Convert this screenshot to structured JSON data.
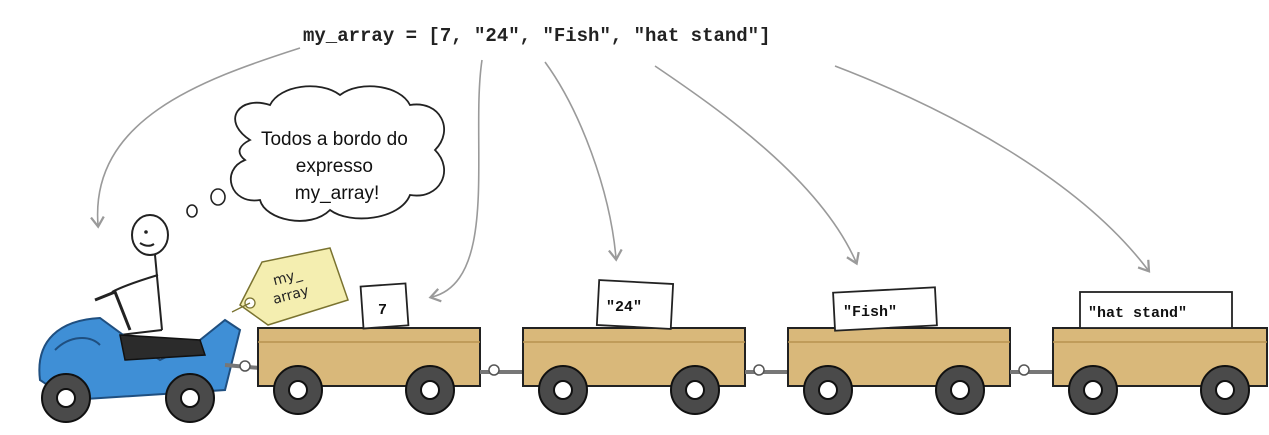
{
  "code_line": "my_array = [7, \"24\", \"Fish\", \"hat stand\"]",
  "thought_bubble": {
    "lines": [
      "Todos a bordo do",
      "expresso",
      "my_array!"
    ]
  },
  "tag": {
    "lines": [
      "my_",
      "array"
    ]
  },
  "wagons": [
    {
      "label": "7"
    },
    {
      "label": "\"24\""
    },
    {
      "label": "\"Fish\""
    },
    {
      "label": "\"hat stand\""
    }
  ],
  "colors": {
    "wagon": "#d9b87a",
    "wagon_dark": "#b89250",
    "wheel": "#4a4a4a",
    "car": "#3f8fd6",
    "tag": "#f4eeb0",
    "arrow": "#9a9a9a",
    "line": "#222222"
  }
}
